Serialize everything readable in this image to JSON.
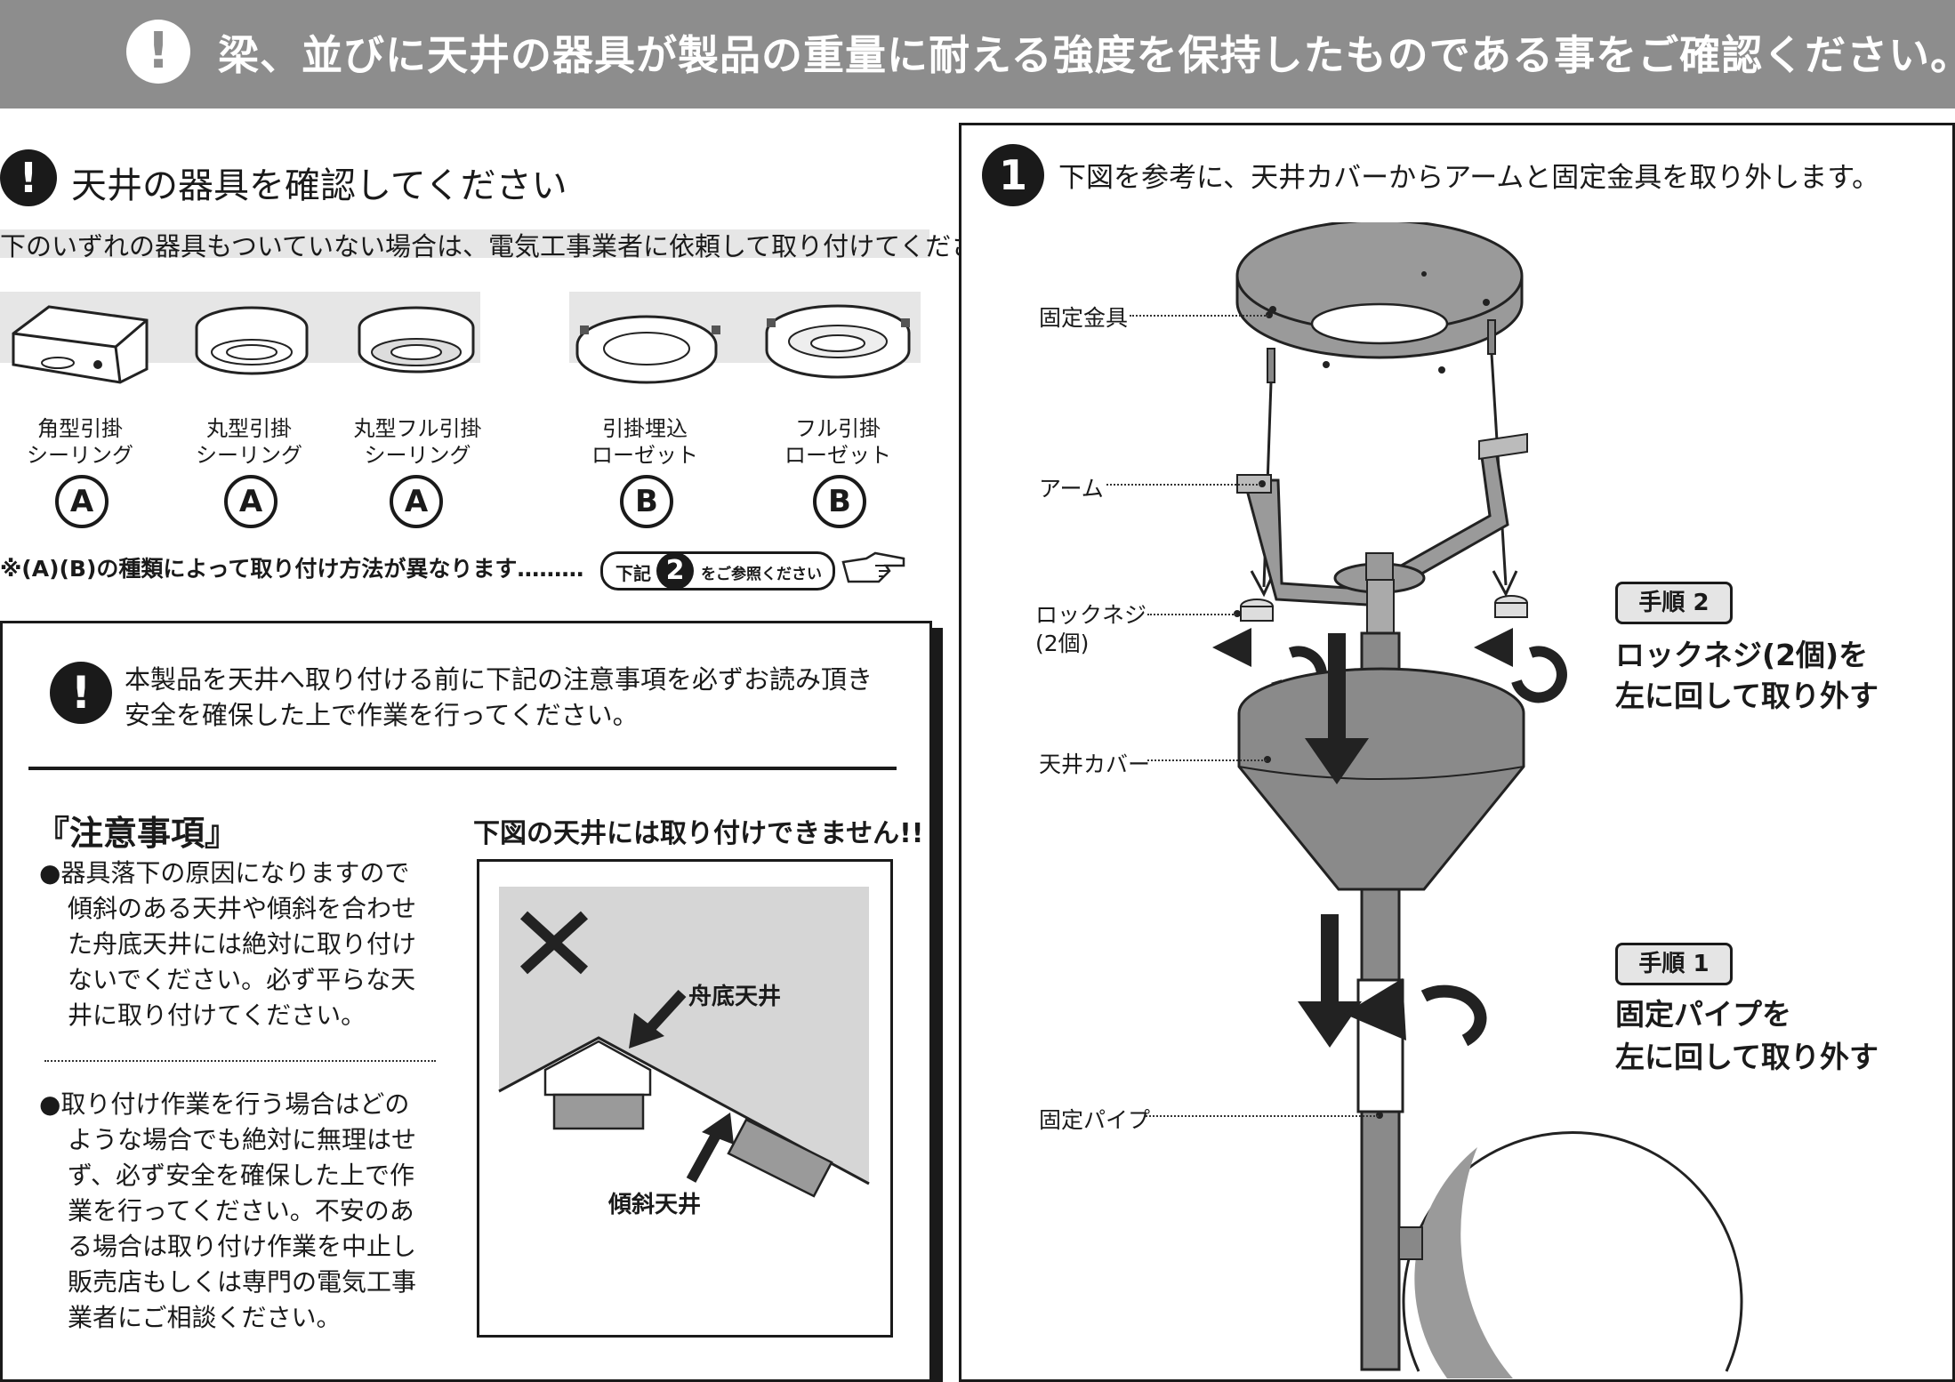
{
  "banner": {
    "icon": "exclamation-icon",
    "text": "梁、並びに天井の器具が製品の重量に耐える強度を保持したものである事をご確認ください。"
  },
  "check_section": {
    "title": "天井の器具を確認してください",
    "subtitle": "下のいずれの器具もついていない場合は、電気工事業者に依頼して取り付けてください。",
    "fixtures": [
      {
        "label_line1": "角型引掛",
        "label_line2": "シーリング",
        "type": "A"
      },
      {
        "label_line1": "丸型引掛",
        "label_line2": "シーリング",
        "type": "A"
      },
      {
        "label_line1": "丸型フル引掛",
        "label_line2": "シーリング",
        "type": "A"
      },
      {
        "label_line1": "引掛埋込",
        "label_line2": "ローゼット",
        "type": "B"
      },
      {
        "label_line1": "フル引掛",
        "label_line2": "ローゼット",
        "type": "B"
      }
    ],
    "note": "※(A)(B)の種類によって取り付け方法が異なります………",
    "ref_prefix": "下記",
    "ref_num": "2",
    "ref_suffix": "をご参照ください"
  },
  "caution_box": {
    "intro_line1": "本製品を天井へ取り付ける前に下記の注意事項を必ずお読み頂き",
    "intro_line2": "安全を確保した上で作業を行ってください。",
    "heading": "『注意事項』",
    "items": [
      {
        "lines": [
          "●器具落下の原因になりますので",
          "傾斜のある天井や傾斜を合わせ",
          "た舟底天井には絶対に取り付け",
          "ないでください。必ず平らな天",
          "井に取り付けてください。"
        ]
      },
      {
        "lines": [
          "●取り付け作業を行う場合はどの",
          "ような場合でも絶対に無理はせ",
          "ず、必ず安全を確保した上で作",
          "業を行ってください。不安のあ",
          "る場合は取り付け作業を中止し",
          "販売店もしくは専門の電気工事",
          "業者にご相談ください。"
        ]
      }
    ],
    "ceiling_heading": "下図の天井には取り付けできません!!",
    "label_funazoko": "舟底天井",
    "label_keisha": "傾斜天井"
  },
  "step1": {
    "num": "1",
    "title": "下図を参考に、天井カバーからアームと固定金具を取り外します。",
    "labels": {
      "kotei_kanagu": "固定金具",
      "arm": "アーム",
      "lock_screw_1": "ロックネジ",
      "lock_screw_2": "(2個)",
      "tenjo_cover": "天井カバー",
      "kotei_pipe": "固定パイプ"
    },
    "tejun2": {
      "badge": "手順 2",
      "line1": "ロックネジ(2個)を",
      "line2": "左に回して取り外す"
    },
    "tejun1": {
      "badge": "手順 1",
      "line1": "固定パイプを",
      "line2": "左に回して取り外す"
    }
  },
  "colors": {
    "banner_gray": "#8d8d8d",
    "cover_gray": "#8a8a8a",
    "ink": "#1a1a1a"
  }
}
